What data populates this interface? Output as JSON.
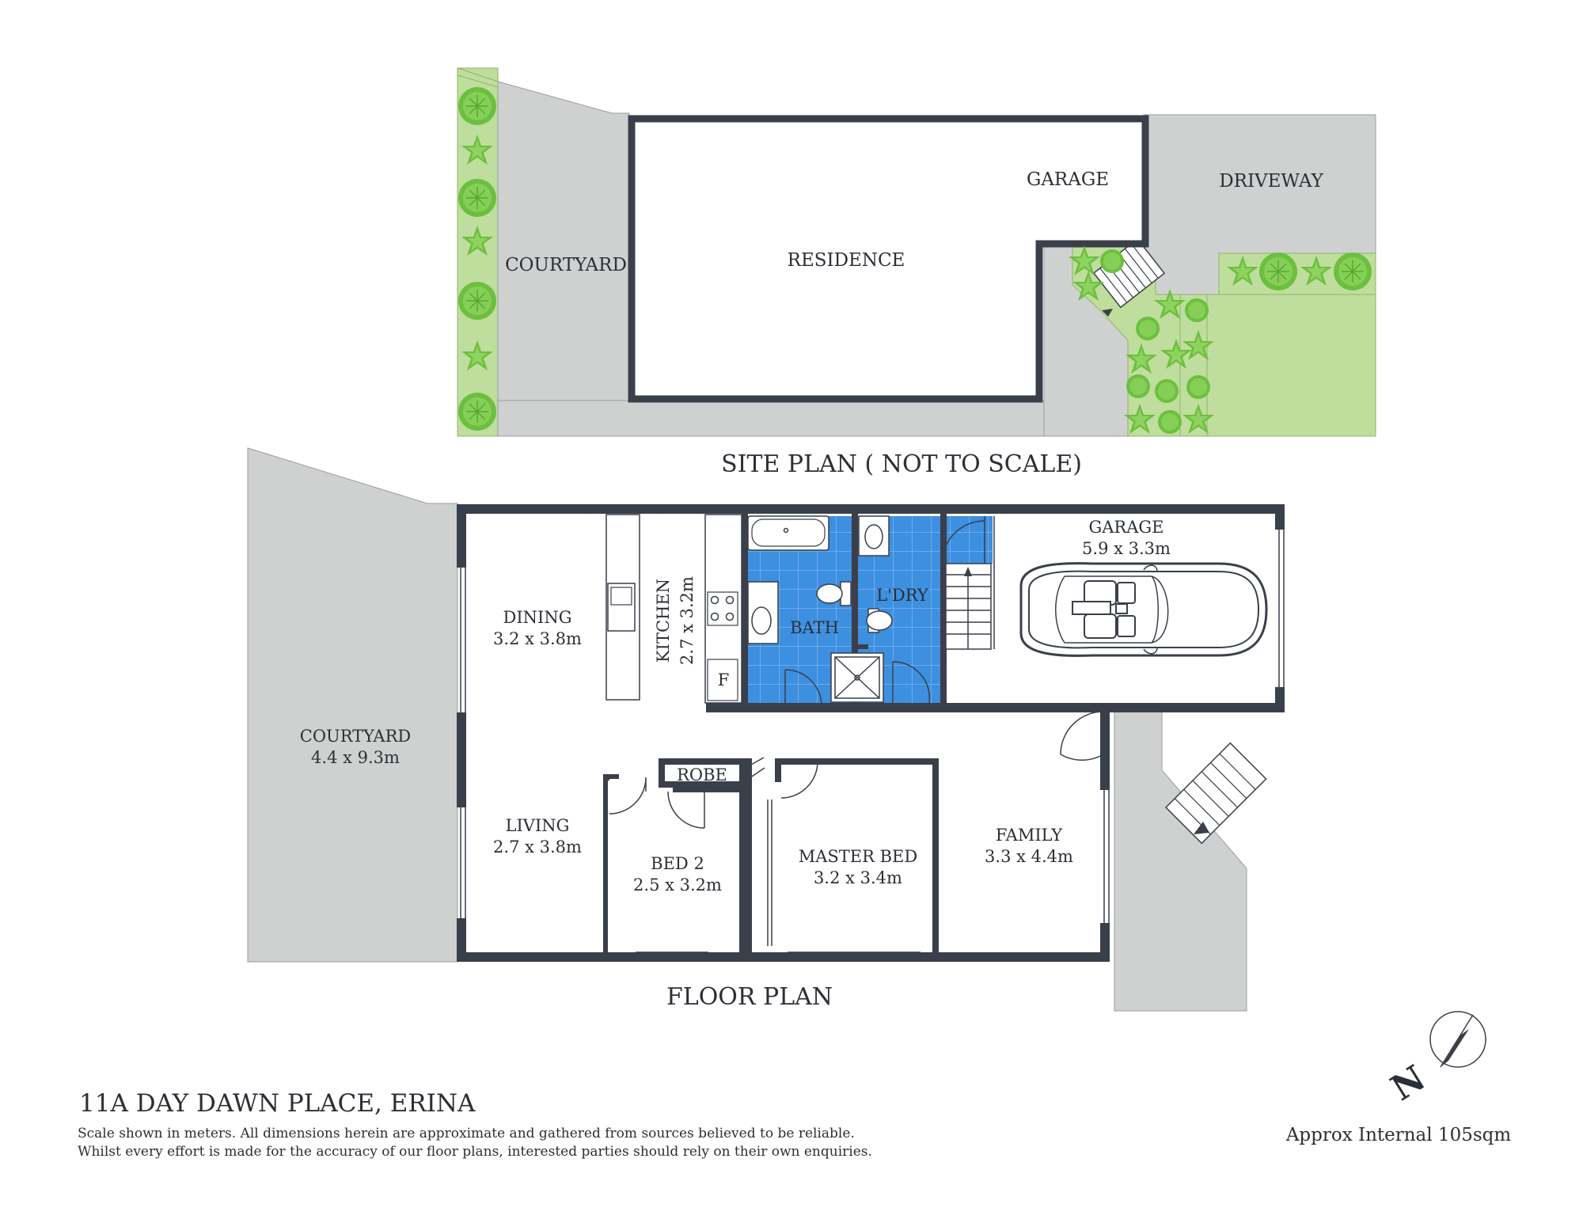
{
  "site_plan": {
    "title": "SITE PLAN ( NOT TO SCALE)",
    "labels": {
      "courtyard": "COURTYARD",
      "residence": "RESIDENCE",
      "garage": "GARAGE",
      "driveway": "DRIVEWAY"
    }
  },
  "floor_plan": {
    "title": "FLOOR PLAN",
    "rooms": {
      "courtyard": {
        "name": "COURTYARD",
        "dims": "4.4 x 9.3m"
      },
      "dining": {
        "name": "DINING",
        "dims": "3.2 x 3.8m"
      },
      "kitchen": {
        "name": "KITCHEN",
        "dims": "2.7 x 3.2m"
      },
      "fridge": {
        "name": "F"
      },
      "bath": {
        "name": "BATH"
      },
      "laundry": {
        "name": "L'DRY"
      },
      "garage": {
        "name": "GARAGE",
        "dims": "5.9 x 3.3m"
      },
      "living": {
        "name": "LIVING",
        "dims": "2.7 x 3.8m"
      },
      "robe": {
        "name": "ROBE"
      },
      "bed2": {
        "name": "BED 2",
        "dims": "2.5 x 3.2m"
      },
      "master": {
        "name": "MASTER BED",
        "dims": "3.2 x 3.4m"
      },
      "family": {
        "name": "FAMILY",
        "dims": "3.3 x 4.4m"
      }
    }
  },
  "footer": {
    "address": "11A DAY DAWN PLACE, ERINA",
    "disclaimer_1": "Scale shown in meters. All dimensions herein are approximate and gathered from sources believed to be  reliable.",
    "disclaimer_2": "Whilst every effort is made for the accuracy of our floor plans, interested parties should rely on their own enquiries.",
    "area": "Approx Internal 105sqm",
    "north_letter": "N"
  },
  "colors": {
    "wall": "#3a3f4a",
    "paving": "#cfd1d1",
    "lawn": "#bfdd9c",
    "wet_area_tiles": "#3d8fe0"
  }
}
